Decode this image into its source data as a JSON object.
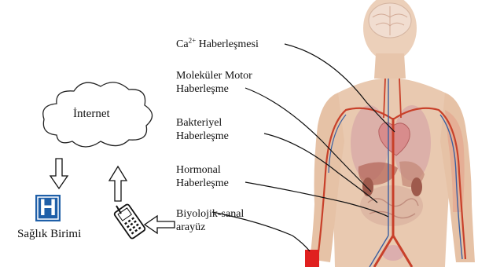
{
  "network": {
    "cloud_label": "İnternet",
    "hospital_label": "Sağlık Birimi",
    "hospital_letter": "H"
  },
  "labels": {
    "ca_base": "Ca",
    "ca_sup": "2+",
    "ca_rest": " Haberleşmesi",
    "molecular_line1": "Moleküler Motor",
    "molecular_line2": "Haberleşme",
    "bacterial_line1": "Bakteriyel",
    "bacterial_line2": "Haberleşme",
    "hormonal_line1": "Hormonal",
    "hormonal_line2": "Haberleşme",
    "biointerface_line1": "Biyolojik-sanal",
    "biointerface_line2": "arayüz"
  },
  "colors": {
    "hospital_blue": "#1f5fa8",
    "interface_red": "#e0201f",
    "skin": "#e9c9b0",
    "artery": "#c8402a",
    "vein": "#3a5fa0"
  },
  "icons": [
    "cloud-icon",
    "hospital-icon",
    "mobile-phone-icon",
    "arrow-icon",
    "human-body-illustration"
  ]
}
